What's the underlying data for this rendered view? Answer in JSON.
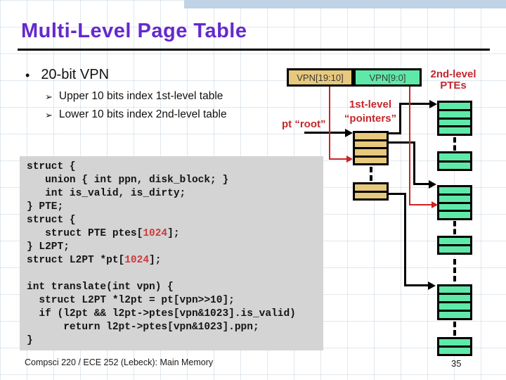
{
  "colors": {
    "purple": "#6429cd",
    "tan": "#e7c97d",
    "green": "#5fe9a8",
    "red": "#cc2222",
    "label-red": "#c3272b",
    "code-bg": "#d4d4d4",
    "code-red": "#cc3b3b",
    "band": "#bfd2e6"
  },
  "slide": {
    "title": "Multi-Level Page Table",
    "footer": "Compsci 220 / ECE 252 (Lebeck): Main Memory",
    "page_number": "35"
  },
  "bullets": {
    "main_glyph": "•",
    "main": "20-bit VPN",
    "sub_glyph": "➢",
    "sub": [
      "Upper 10 bits index 1st-level table",
      "Lower 10 bits index 2nd-level table"
    ]
  },
  "diagram": {
    "vpn_high": "VPN[19:10]",
    "vpn_low": "VPN[9:0]",
    "pt_root_label": "pt “root”",
    "first_level_label_line1": "1st-level",
    "first_level_label_line2": "“pointers”",
    "second_level_label_line1": "2nd-level",
    "second_level_label_line2": "PTEs",
    "tables": {
      "l1_main": {
        "rows": 4
      },
      "l1_more": {
        "rows": 2
      },
      "g1_main": {
        "rows": 4
      },
      "g1_more": {
        "rows": 2
      },
      "g2_main": {
        "rows": 4
      },
      "g2_more": {
        "rows": 2
      },
      "g3_main": {
        "rows": 4
      },
      "g3_more": {
        "rows": 2
      }
    }
  },
  "code": {
    "lines": [
      [
        {
          "t": "struct {"
        }
      ],
      [
        {
          "t": "   union { int ppn, disk_block; }"
        }
      ],
      [
        {
          "t": "   int is_valid, is_dirty;"
        }
      ],
      [
        {
          "t": "} PTE;"
        }
      ],
      [
        {
          "t": "struct {"
        }
      ],
      [
        {
          "t": "   struct PTE ptes["
        },
        {
          "t": "1024",
          "c": "red"
        },
        {
          "t": "];"
        }
      ],
      [
        {
          "t": "} L2PT;"
        }
      ],
      [
        {
          "t": "struct L2PT *pt["
        },
        {
          "t": "1024",
          "c": "red"
        },
        {
          "t": "];"
        }
      ],
      [],
      [
        {
          "t": "int translate(int vpn) {"
        }
      ],
      [
        {
          "t": "  struct L2PT *l2pt = pt[vpn>>10];"
        }
      ],
      [
        {
          "t": "  if (l2pt && l2pt->ptes[vpn&1023].is_valid)"
        }
      ],
      [
        {
          "t": "      return l2pt->ptes[vpn&1023].ppn;"
        }
      ],
      [
        {
          "t": "}"
        }
      ]
    ]
  }
}
